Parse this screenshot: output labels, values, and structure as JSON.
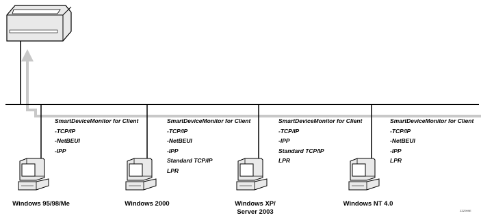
{
  "diagram": {
    "printer_icon": "printer-icon",
    "computer_icon": "computer-icon",
    "colors": {
      "line": "#000000",
      "arrow": "#c8c8c8",
      "icon_fill": "#e9e9e9"
    },
    "clients": [
      {
        "name": "Windows 95/98/Me",
        "protocols": [
          "SmartDeviceMonitor for Client",
          "-TCP/IP",
          "-NetBEUI",
          "-IPP"
        ]
      },
      {
        "name": "Windows 2000",
        "protocols": [
          "SmartDeviceMonitor for Client",
          "-TCP/IP",
          "-NetBEUI",
          "-IPP",
          "Standard TCP/IP",
          "LPR"
        ]
      },
      {
        "name_line1": "Windows XP/",
        "name_line2": "Server 2003",
        "protocols": [
          "SmartDeviceMonitor for Client",
          "-TCP/IP",
          "-IPP",
          "Standard TCP/IP",
          "LPR"
        ]
      },
      {
        "name": "Windows NT 4.0",
        "protocols": [
          "SmartDeviceMonitor for Client",
          "-TCP/IP",
          "-NetBEUI",
          "-IPP",
          "LPR"
        ]
      }
    ],
    "figure_id": "ZZZ999E"
  }
}
